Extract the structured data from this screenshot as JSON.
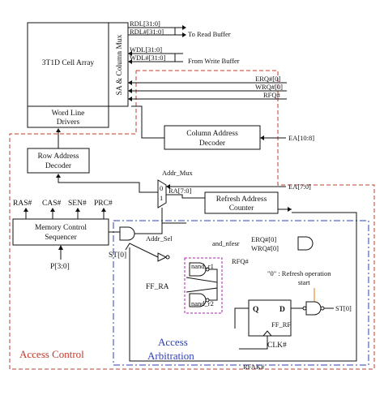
{
  "caption_top": "",
  "caption_bottom": "",
  "blocks": {
    "cell_array": "3T1D Cell Array",
    "column_mux": "SA & Column Mux",
    "word_line_drivers_1": "Word Line",
    "word_line_drivers_2": "Drivers",
    "column_decoder_1": "Column Address",
    "column_decoder_2": "Decoder",
    "row_decoder_1": "Row Address",
    "row_decoder_2": "Decoder",
    "mem_ctrl_1": "Memory Control",
    "mem_ctrl_2": "Sequencer",
    "refresh_counter_1": "Refresh Address",
    "refresh_counter_2": "Counter",
    "addr_mux": "Addr_Mux",
    "mux_0": "0",
    "mux_1": "1"
  },
  "signals": {
    "rdl": "RDL[31:0]",
    "rdl_n": "RDL#[31:0]",
    "to_read_buffer": "To Read Buffer",
    "wdl": "WDL[31:0]",
    "wdl_n": "WDL#[31:0]",
    "from_write_buffer": "From Write Buffer",
    "erq": "ERQ#[0]",
    "wrq": "WRQ#[0]",
    "rfq": "RFQ#",
    "ea_hi": "EA[10:8]",
    "ea_lo": "EA[7:0]",
    "ra": "RA[7:0]",
    "ras": "RAS#",
    "cas": "CAS#",
    "sen": "SEN#",
    "prc": "PRC#",
    "p": "P[3:0]",
    "st": "ST[0]",
    "addr_sel": "Addr_Sel",
    "and_nfesr": "and_nfesr",
    "erq2": "ERQ#[0]",
    "wrq2": "WRQ#[0]",
    "rfq2": "RFQ#",
    "nand_r1": "nand_r1",
    "nand_r2": "nand_r2",
    "ff_ra": "FF_RA",
    "refresh_start_1": "\"0\" : Refresh operation",
    "refresh_start_2": "start",
    "q": "Q",
    "d": "D",
    "ff_rf": "FF_RF",
    "clk": "CLK#",
    "st2": "ST[0]",
    "rfak": "RFAK#"
  },
  "regions": {
    "access_control": "Access Control",
    "access_arbitration_1": "Access",
    "access_arbitration_2": "Arbitration"
  },
  "colors": {
    "access_control": "#c0392b",
    "access_arbitration": "#2b3fb8",
    "ff_ra": "#b020b0",
    "and_nfesr": "#3aa03a",
    "ff_rf": "#3aa03a",
    "refresh_note": "#e07a10"
  }
}
